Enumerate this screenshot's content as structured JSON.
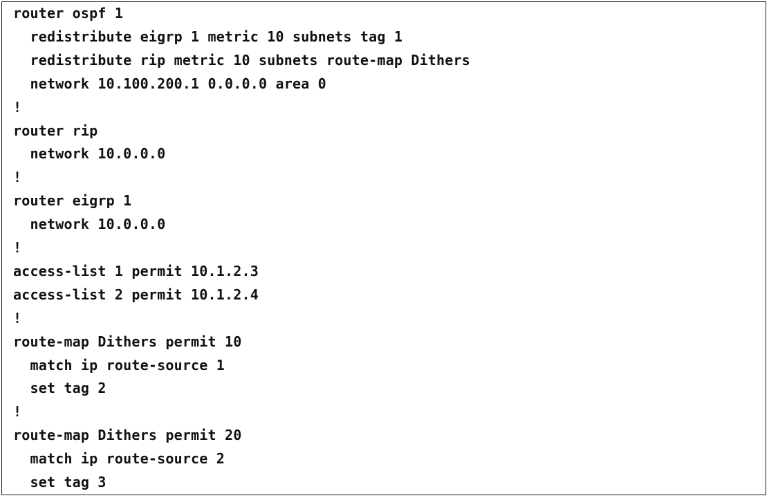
{
  "document": {
    "lines": [
      "router ospf 1",
      "  redistribute eigrp 1 metric 10 subnets tag 1",
      "  redistribute rip metric 10 subnets route-map Dithers",
      "  network 10.100.200.1 0.0.0.0 area 0",
      "!",
      "router rip",
      "  network 10.0.0.0",
      "!",
      "router eigrp 1",
      "  network 10.0.0.0",
      "!",
      "access-list 1 permit 10.1.2.3",
      "access-list 2 permit 10.1.2.4",
      "!",
      "route-map Dithers permit 10",
      "  match ip route-source 1",
      "  set tag 2",
      "!",
      "route-map Dithers permit 20",
      "  match ip route-source 2",
      "  set tag 3"
    ]
  }
}
